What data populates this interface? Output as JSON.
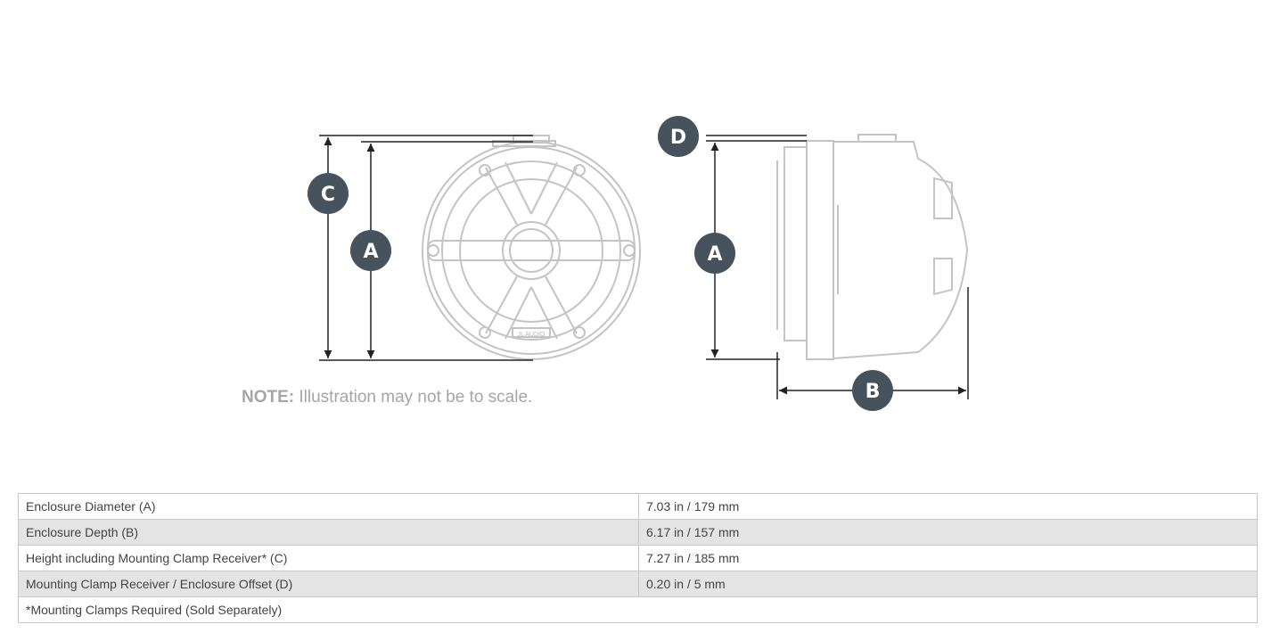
{
  "diagram": {
    "labels": {
      "a": "A",
      "b": "B",
      "c": "C",
      "d": "D"
    },
    "brand_mark": "JL AUDIO",
    "badge_color": "#46535d"
  },
  "note": {
    "prefix": "NOTE:",
    "text": " Illustration may not be to scale."
  },
  "specs": {
    "rows": [
      {
        "label": "Enclosure Diameter (A)",
        "value": "7.03 in / 179 mm"
      },
      {
        "label": "Enclosure Depth (B)",
        "value": "6.17 in / 157 mm"
      },
      {
        "label": "Height including Mounting Clamp Receiver* (C)",
        "value": "7.27 in / 185 mm"
      },
      {
        "label": "Mounting Clamp Receiver / Enclosure Offset (D)",
        "value": "0.20 in / 5 mm"
      }
    ],
    "footnote": "*Mounting Clamps Required (Sold Separately)"
  }
}
